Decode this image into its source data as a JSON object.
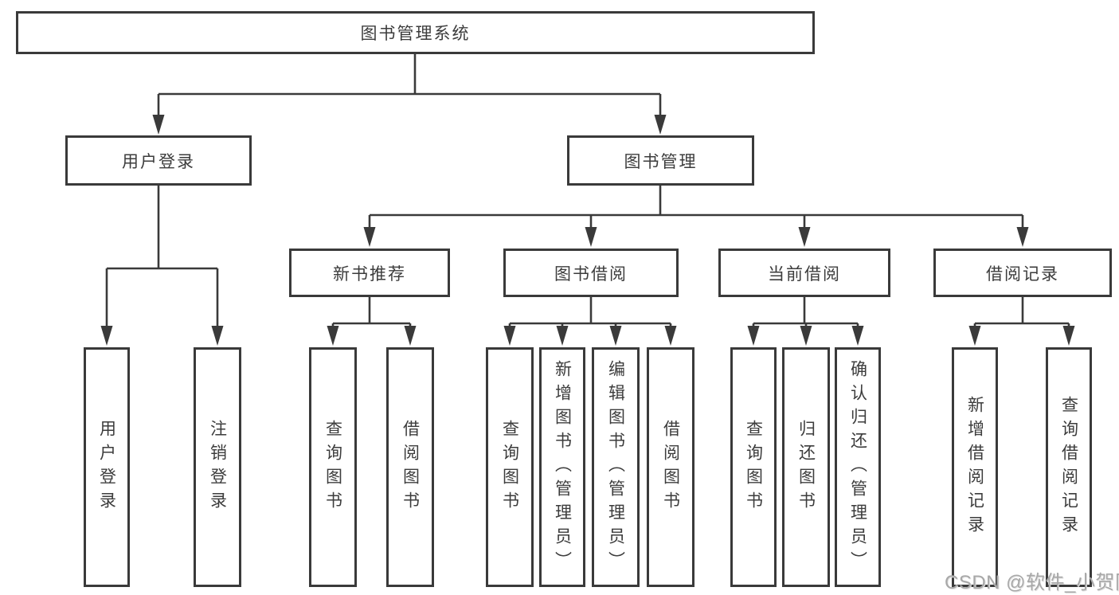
{
  "tree": {
    "label": "图书管理系统",
    "children": [
      {
        "label": "用户登录",
        "children": [
          {
            "label": "用户登录"
          },
          {
            "label": "注销登录"
          }
        ]
      },
      {
        "label": "图书管理",
        "children": [
          {
            "label": "新书推荐",
            "children": [
              {
                "label": "查询图书"
              },
              {
                "label": "借阅图书"
              }
            ]
          },
          {
            "label": "图书借阅",
            "children": [
              {
                "label": "查询图书"
              },
              {
                "label": "新增图书（管理员）"
              },
              {
                "label": "编辑图书（管理员）"
              },
              {
                "label": "借阅图书"
              }
            ]
          },
          {
            "label": "当前借阅",
            "children": [
              {
                "label": "查询图书"
              },
              {
                "label": "归还图书"
              },
              {
                "label": "确认归还（管理员）"
              }
            ]
          },
          {
            "label": "借阅记录",
            "children": [
              {
                "label": "新增借阅记录"
              },
              {
                "label": "查询借阅记录"
              }
            ]
          }
        ]
      }
    ]
  },
  "watermark": {
    "text": "CSDN @软件_小贺同学"
  },
  "colors": {
    "line": "#3a3a3a",
    "text": "#3c3c3c",
    "background": "#ffffff",
    "watermark": "#a8a8a8"
  }
}
